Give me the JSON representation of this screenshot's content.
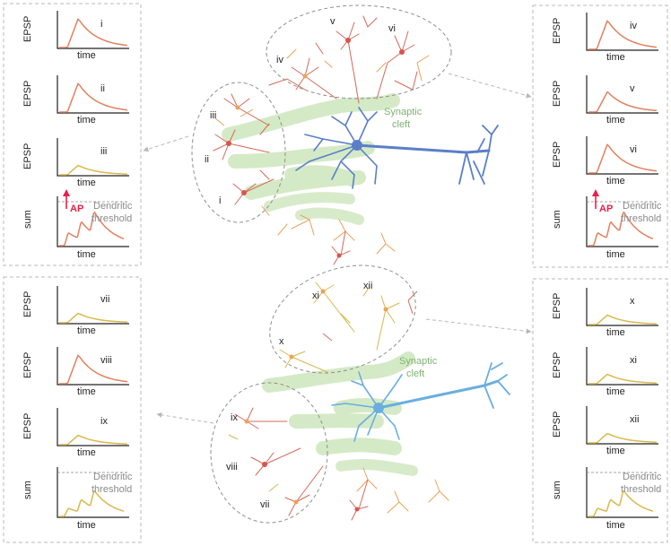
{
  "colors": {
    "epsp_strong": "#e0805f",
    "epsp_weak": "#d9b84a",
    "ap": "#e8204a",
    "threshold_text": "#8a8a8a",
    "synaptic_text": "#7fb274",
    "neuron_top": "#5a7fc8",
    "neuron_bottom": "#6aaee0",
    "synapse_glow": "#c6e3b3",
    "dendrite_red": "#d46a5a",
    "dendrite_orange": "#e9a35a"
  },
  "axis": {
    "epsp": "EPSP",
    "sum": "sum",
    "time": "time"
  },
  "annotations": {
    "ap": "AP",
    "dendritic": "Dendritic",
    "threshold": "threshold",
    "synaptic": "Synaptic",
    "cleft": "cleft"
  },
  "panels": {
    "top_left": {
      "epsp": [
        {
          "label": "i",
          "kind": "strong"
        },
        {
          "label": "ii",
          "kind": "strong"
        },
        {
          "label": "iii",
          "kind": "weak"
        }
      ],
      "sum_ap": true
    },
    "top_right": {
      "epsp": [
        {
          "label": "iv",
          "kind": "strong"
        },
        {
          "label": "v",
          "kind": "mid"
        },
        {
          "label": "vi",
          "kind": "strong"
        }
      ],
      "sum_ap": true
    },
    "bottom_left": {
      "epsp": [
        {
          "label": "vii",
          "kind": "weak"
        },
        {
          "label": "viii",
          "kind": "strong"
        },
        {
          "label": "ix",
          "kind": "weak"
        }
      ],
      "sum_ap": false
    },
    "bottom_right": {
      "epsp": [
        {
          "label": "x",
          "kind": "weak"
        },
        {
          "label": "xi",
          "kind": "weak"
        },
        {
          "label": "xii",
          "kind": "weak"
        }
      ],
      "sum_ap": false
    }
  },
  "clusters": {
    "top_left": [
      "iii",
      "ii",
      "i"
    ],
    "top_top": [
      "v",
      "vi",
      "iv"
    ],
    "bottom_top": [
      "xi",
      "xii",
      "x"
    ],
    "bottom_left": [
      "ix",
      "viii",
      "vii"
    ]
  }
}
